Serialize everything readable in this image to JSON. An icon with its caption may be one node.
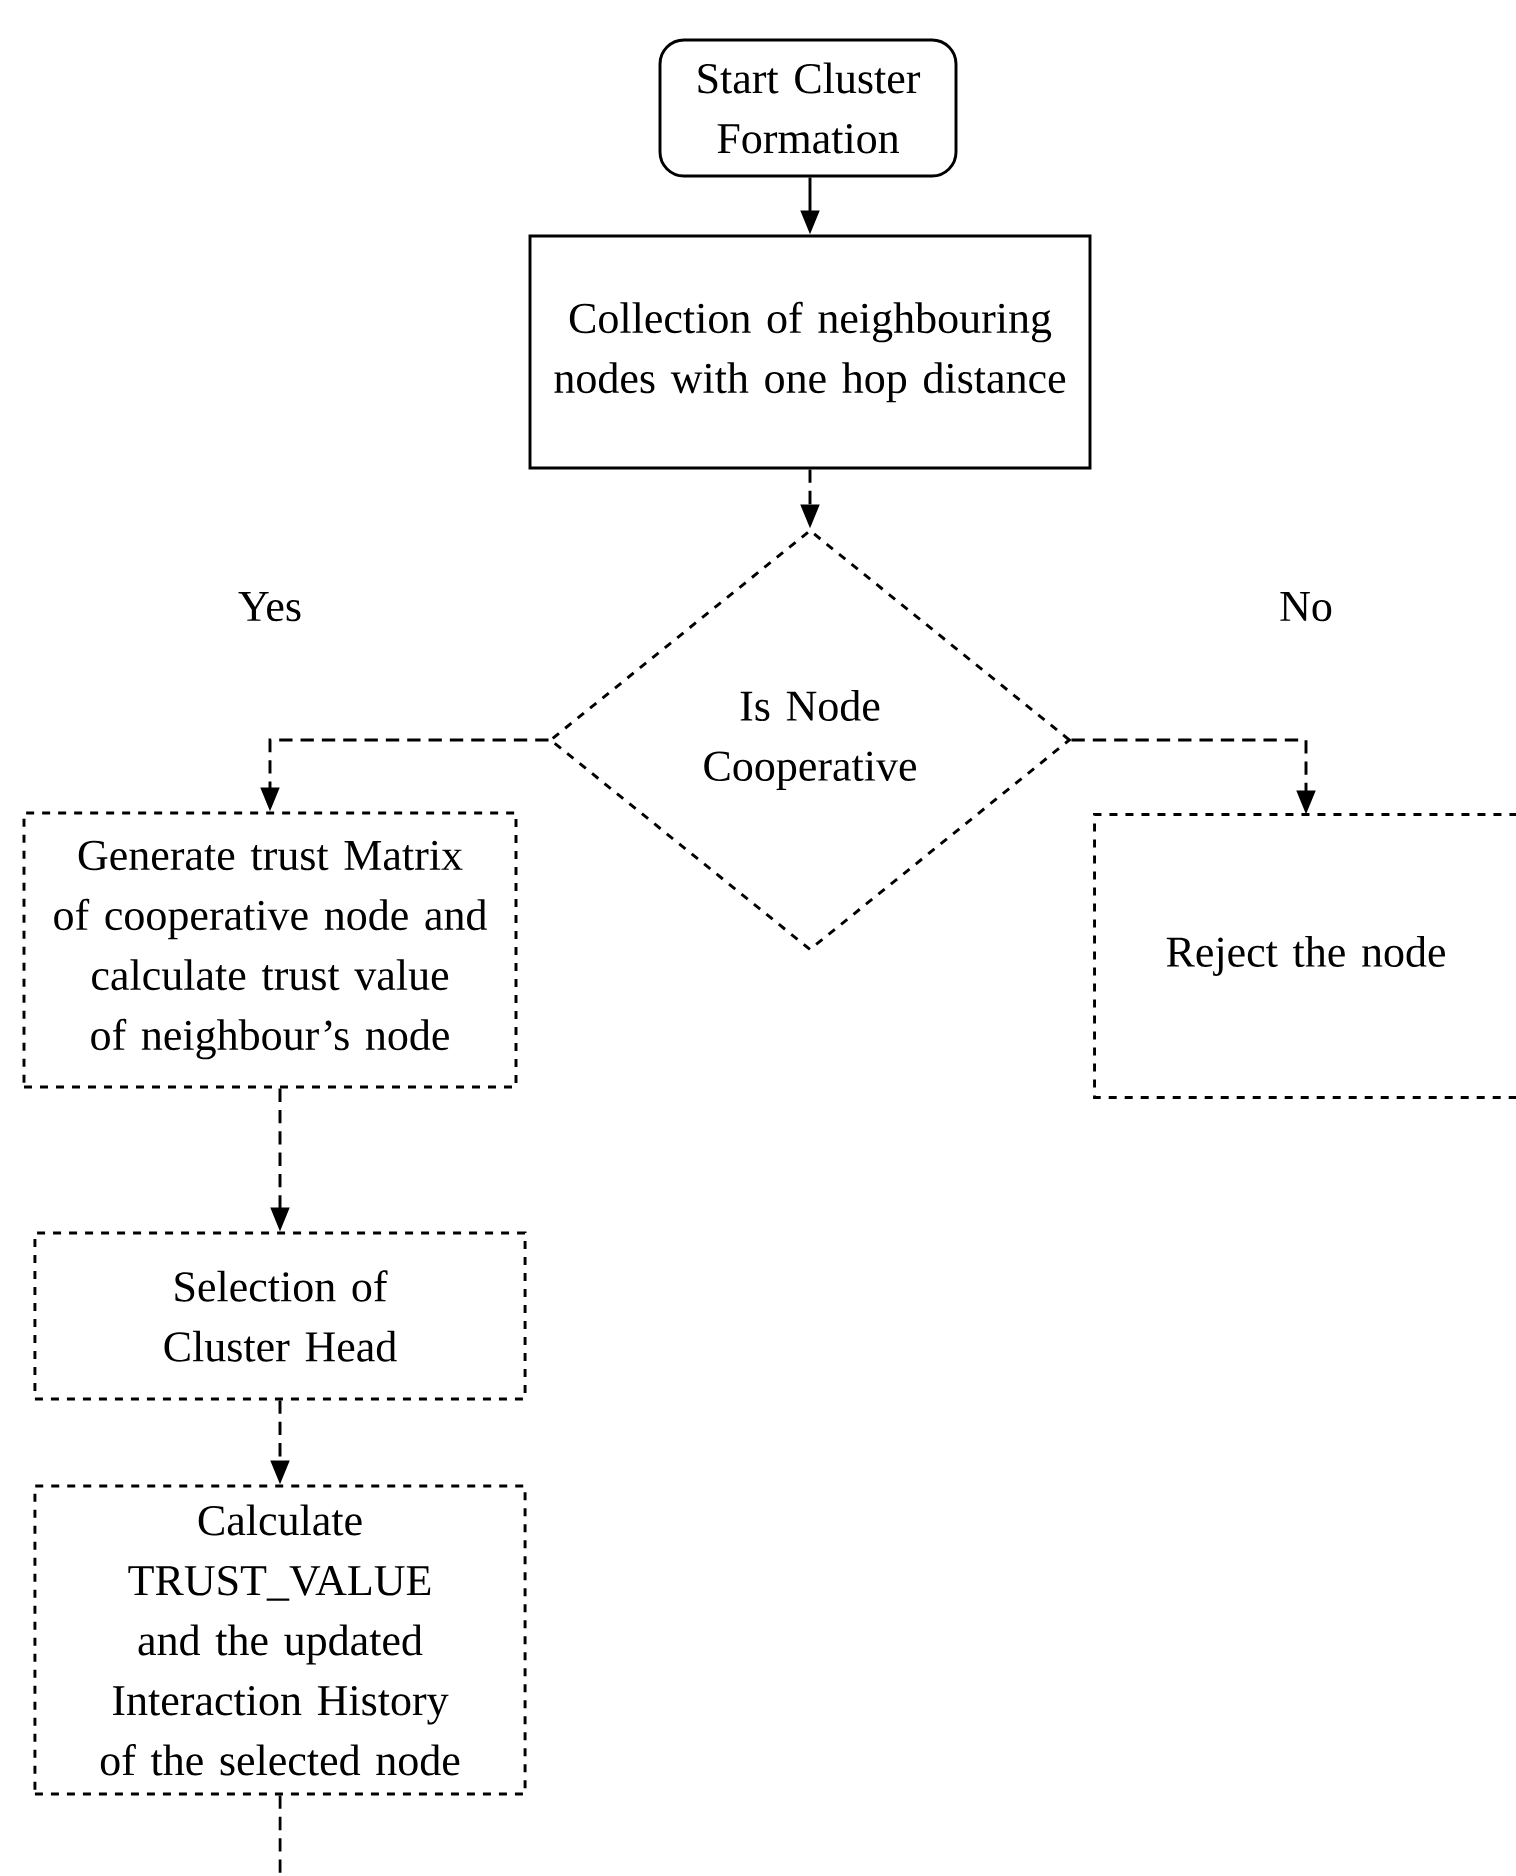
{
  "diagram": {
    "nodes": [
      {
        "text": [
          "Start Cluster Formation"
        ]
      },
      {
        "text": [
          "Collection of neighbouring nodes with one hop distance"
        ]
      },
      {
        "text": [
          "Is Node Cooperative"
        ]
      },
      {
        "text": [
          "Generate trust Matrix of cooperative node and calculate trust value of neighbour’s node"
        ]
      },
      {
        "text": [
          "Reject the node"
        ]
      },
      {
        "text": [
          "Selection of Cluster Head"
        ]
      },
      {
        "text": [
          "Calculate TRUST_VALUE and the updated Interaction History of the selected node"
        ]
      }
    ],
    "edges": [
      {
        "from": 0,
        "to": 1,
        "arrow": "to"
      },
      {
        "from": 1,
        "to": 2,
        "arrow": "to",
        "style": "dashed"
      },
      {
        "from": 2,
        "to": 3,
        "arrow": "to",
        "style": "dashed",
        "label": "Yes"
      },
      {
        "from": 2,
        "to": 4,
        "arrow": "to",
        "style": "dashed",
        "label": "No"
      },
      {
        "from": 3,
        "to": 5,
        "arrow": "to",
        "style": "dashed"
      },
      {
        "from": 5,
        "to": 6,
        "arrow": "to",
        "style": "dashed"
      },
      {
        "from": 6,
        "to": null,
        "arrow": "none",
        "style": "dashed"
      }
    ]
  }
}
